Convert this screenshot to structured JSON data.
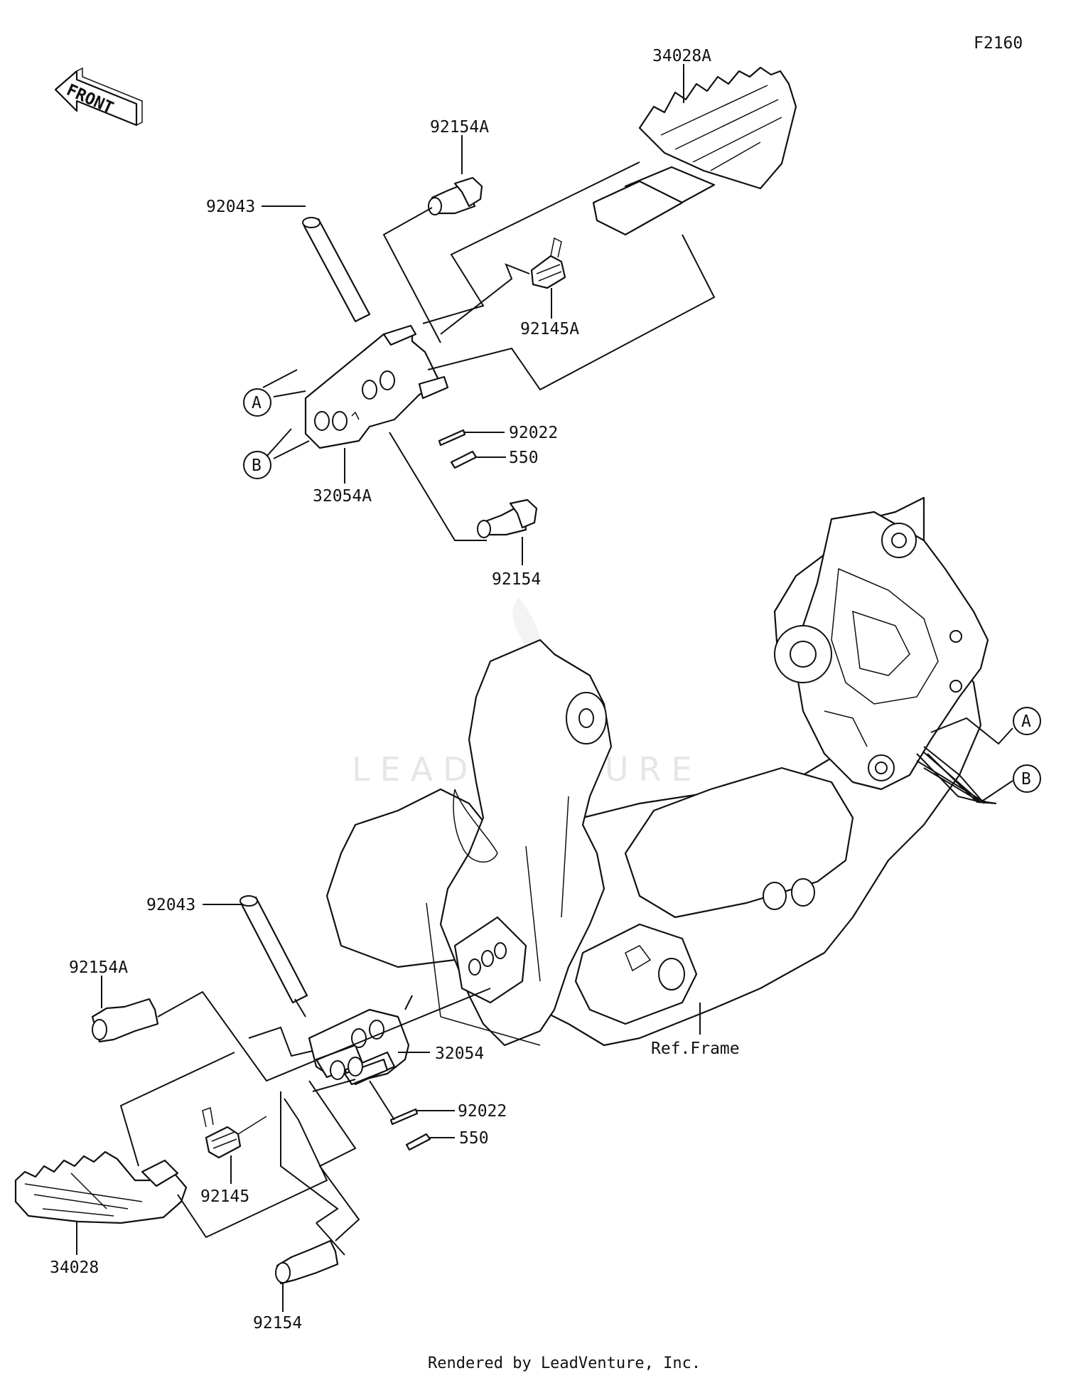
{
  "diagram_code": "F2160",
  "front_label": "FRONT",
  "watermark": "LEADVENTURE",
  "footer": "Rendered by LeadVenture, Inc.",
  "callouts": {
    "A": "A",
    "B": "B"
  },
  "parts": {
    "p34028A": "34028A",
    "p92154A_top": "92154A",
    "p92043_top": "92043",
    "p92145A": "92145A",
    "p92022_top": "92022",
    "p550_top": "550",
    "p32054A": "32054A",
    "p92154_top": "92154",
    "p92043_bottom": "92043",
    "p92154A_bottom": "92154A",
    "p32054": "32054",
    "ref_frame": "Ref.Frame",
    "p92022_bottom": "92022",
    "p550_bottom": "550",
    "p92145": "92145",
    "p34028": "34028",
    "p92154_bottom": "92154"
  }
}
